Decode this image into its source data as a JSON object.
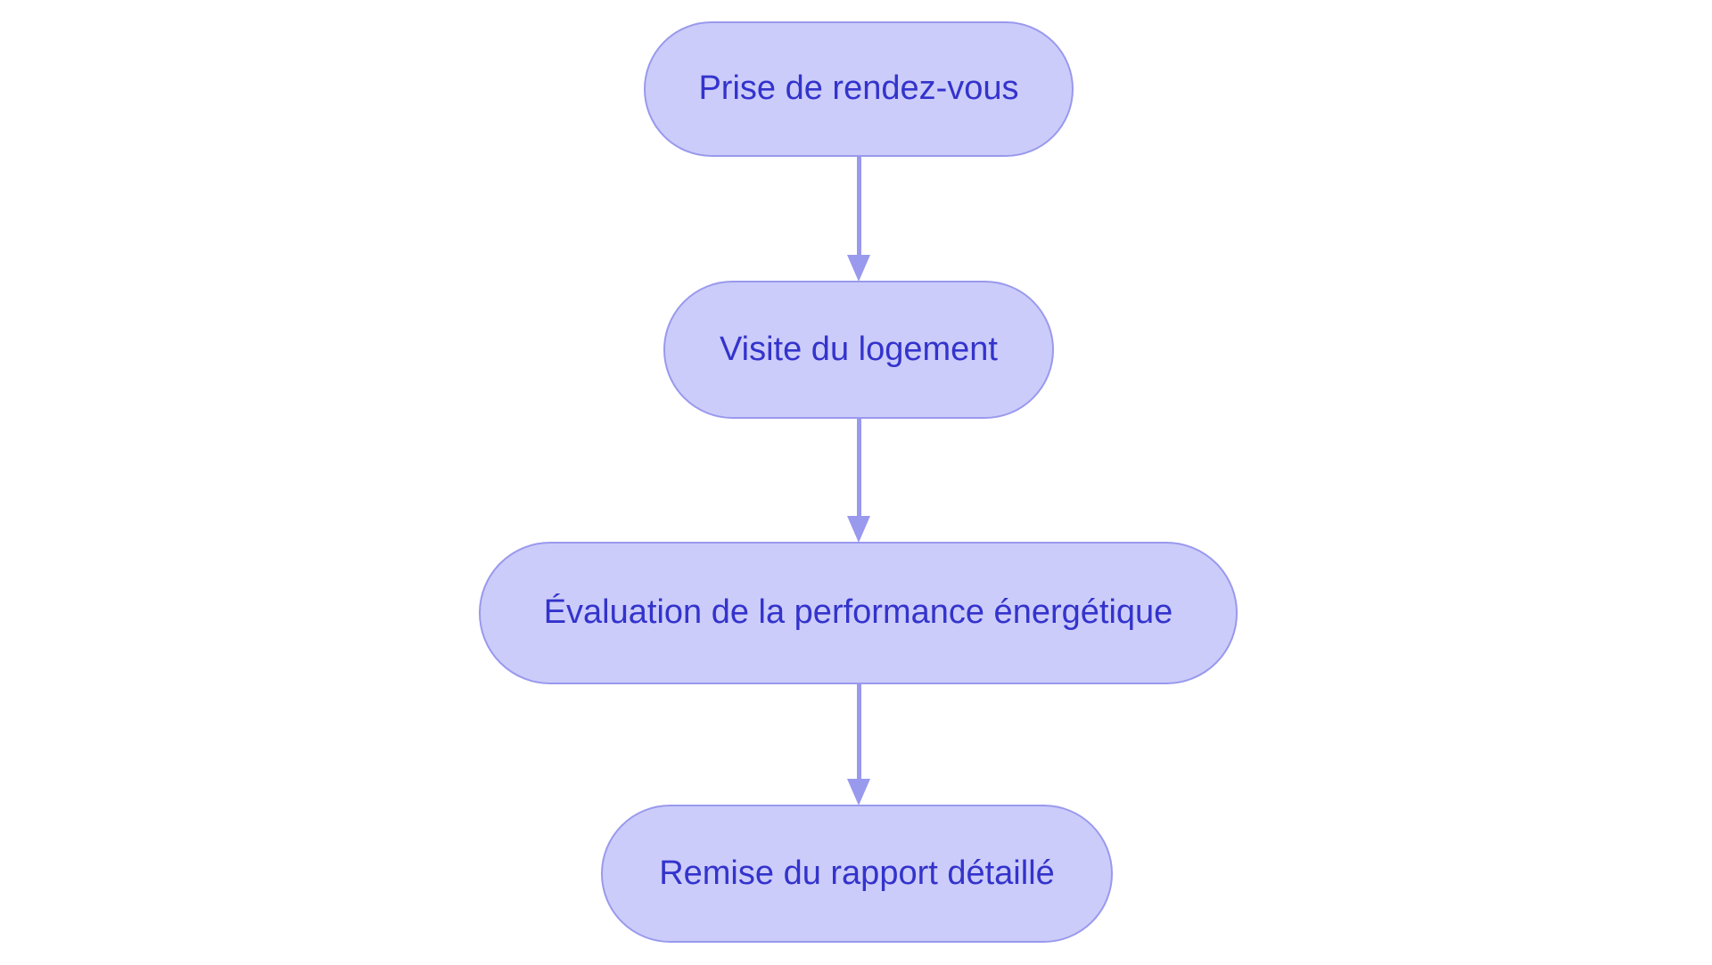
{
  "diagram": {
    "type": "flowchart",
    "orientation": "top-to-bottom",
    "title": "",
    "colors": {
      "node_fill": "#ccccfa",
      "node_border": "#9999ee",
      "node_text": "#3333cc",
      "arrow": "#9999ee",
      "background": "#ffffff"
    },
    "nodes": [
      {
        "id": "node-1",
        "label": "Prise de rendez-vous",
        "shape": "stadium"
      },
      {
        "id": "node-2",
        "label": "Visite du logement",
        "shape": "stadium"
      },
      {
        "id": "node-3",
        "label": "Évaluation de la performance énergétique",
        "shape": "stadium"
      },
      {
        "id": "node-4",
        "label": "Remise du rapport détaillé",
        "shape": "stadium"
      }
    ],
    "edges": [
      {
        "id": "arrow-1",
        "from": "node-1",
        "to": "node-2",
        "label": "",
        "marker": "arrow-down"
      },
      {
        "id": "arrow-2",
        "from": "node-2",
        "to": "node-3",
        "label": "",
        "marker": "arrow-down"
      },
      {
        "id": "arrow-3",
        "from": "node-3",
        "to": "node-4",
        "label": "",
        "marker": "arrow-down"
      }
    ]
  }
}
